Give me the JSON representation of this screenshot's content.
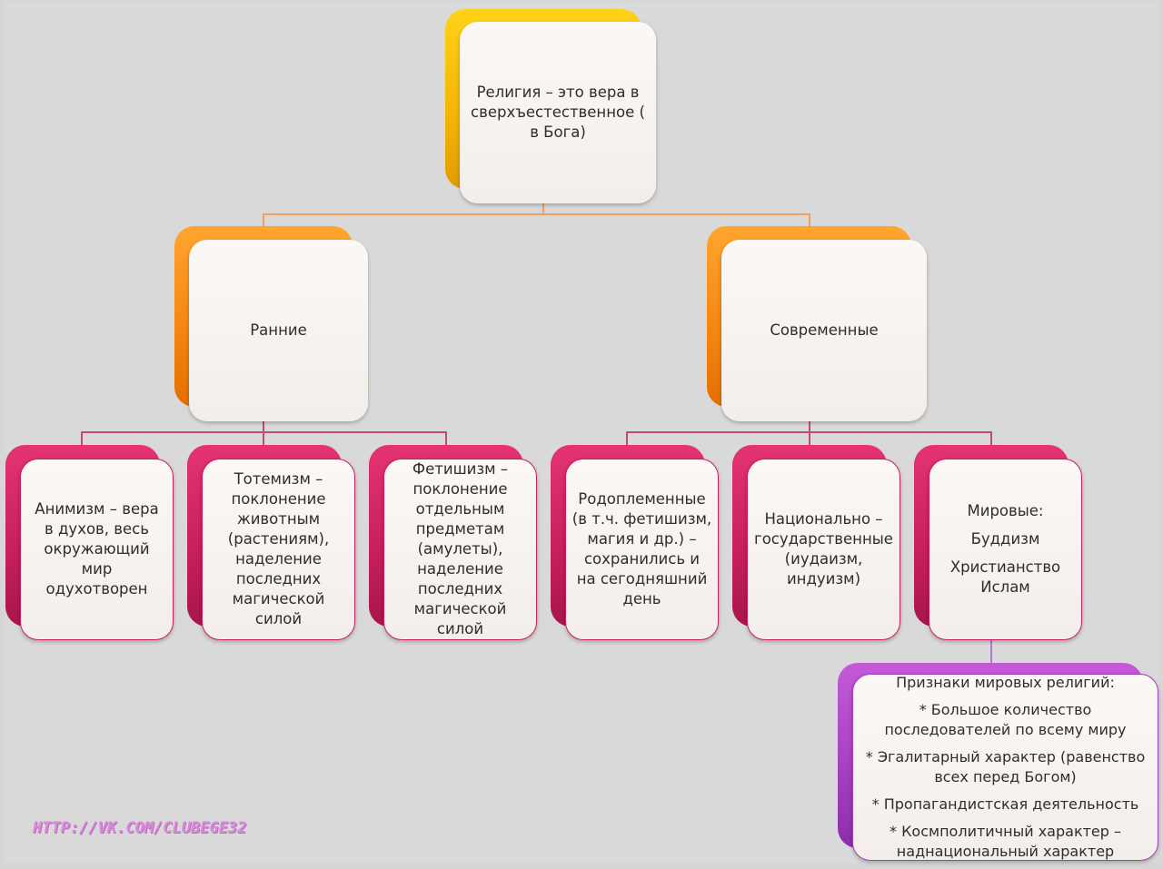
{
  "root": {
    "lines": [
      "Религия – это вера в",
      "сверхъестественное (",
      "в Бога)"
    ]
  },
  "level1": {
    "early": {
      "label": "Ранние"
    },
    "modern": {
      "label": "Современные"
    }
  },
  "early_types": [
    {
      "lines": [
        "Анимизм – вера",
        "в духов, весь",
        "окружающий",
        "мир",
        "одухотворен"
      ]
    },
    {
      "lines": [
        "Тотемизм –",
        "поклонение",
        "животным",
        "(растениям),",
        "наделение",
        "последних",
        "магической",
        "силой"
      ]
    },
    {
      "lines": [
        "Фетишизм –",
        "поклонение",
        "отдельным",
        "предметам",
        "(амулеты),",
        "наделение",
        "последних",
        "магической",
        "силой"
      ]
    }
  ],
  "modern_types": [
    {
      "lines": [
        "Родоплеменные",
        "(в т.ч. фетишизм,",
        "магия и др.) –",
        "сохранились  и",
        "на сегодняшний",
        "день"
      ]
    },
    {
      "lines": [
        "Национально –",
        "государственные",
        "(иудаизм,",
        "индуизм)"
      ]
    },
    {
      "lines": [
        "Мировые:",
        "Буддизм",
        "Христианство",
        "Ислам"
      ]
    }
  ],
  "world_signs": {
    "lines": [
      "Признаки мировых религий:",
      "* Большое количество",
      "последователей по всему миру",
      "* Эгалитарный характер (равенство",
      "всех перед Богом)",
      "* Пропагандистская деятельность",
      "* Космполитичный характер –",
      "наднациональный характер"
    ]
  },
  "watermark": "HTTP://VK.COM/CLUBEGE32",
  "colors": {
    "yellow": "#f4b400",
    "orange": "#f58410",
    "pink": "#c51f5c",
    "purple": "#a53fc0",
    "connector_orange": "#f0a060",
    "connector_pink": "#c54a6e",
    "connector_purple": "#b07ac8"
  }
}
